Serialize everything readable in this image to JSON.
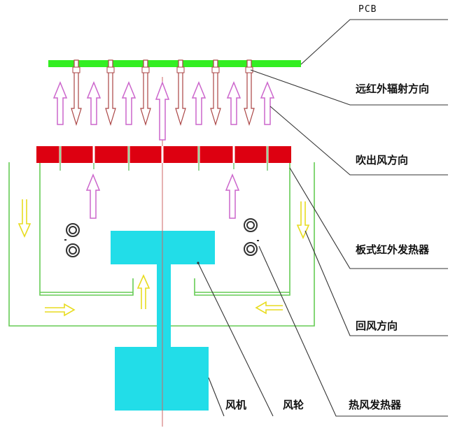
{
  "labels": {
    "pcb": "PCB",
    "ir_direction": "远红外辐射方向",
    "blow_direction": "吹出风方向",
    "plate_heater": "板式红外发热器",
    "return_air": "回风方向",
    "hot_air_heater": "热风发热器",
    "fan_motor": "风机",
    "fan_wheel": "风轮"
  },
  "colors": {
    "pcb": "#33ee22",
    "heater_plate": "#dd0011",
    "fan": "#22dde8",
    "airflow_arrow": "#cc66cc",
    "ir_arrow": "#aa4444",
    "return_arrow": "#e8dc20",
    "duct": "#66cc55",
    "leader": "#333333",
    "shaft": "#cc6666"
  }
}
